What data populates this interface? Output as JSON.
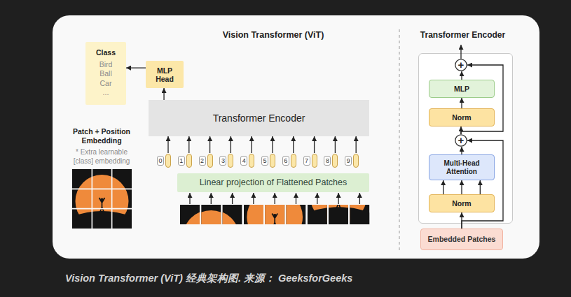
{
  "diagram": {
    "title": "Vision Transformer (ViT)",
    "caption": "Vision Transformer (ViT) 经典架构图. 来源： GeeksforGeeks",
    "nodes": [
      {
        "text": [
          "Class",
          "Bird Ball Car ..."
        ]
      },
      {
        "text": [
          "MLP Head"
        ]
      },
      {
        "text": [
          "Transformer Encoder"
        ]
      },
      {
        "text": [
          "0"
        ]
      },
      {
        "text": [
          "1"
        ]
      },
      {
        "text": [
          "2"
        ]
      },
      {
        "text": [
          "3"
        ]
      },
      {
        "text": [
          "4"
        ]
      },
      {
        "text": [
          "5"
        ]
      },
      {
        "text": [
          "6"
        ]
      },
      {
        "text": [
          "7"
        ]
      },
      {
        "text": [
          "8"
        ]
      },
      {
        "text": [
          "9"
        ]
      },
      {
        "text": [
          "Linear projection of Flattened Patches"
        ]
      },
      {
        "text": [
          "Transformer Encoder"
        ]
      },
      {
        "text": [
          "+"
        ],
        "in": 14
      },
      {
        "text": [
          "MLP"
        ],
        "in": 14
      },
      {
        "text": [
          "Norm"
        ],
        "in": 14
      },
      {
        "text": [
          "+"
        ],
        "in": 14
      },
      {
        "text": [
          "Multi-Head Attention"
        ],
        "in": 14
      },
      {
        "text": [
          "Norm"
        ],
        "in": 14
      },
      {
        "text": [
          "Embedded Patches"
        ]
      }
    ],
    "edges": [
      {
        "from": 1,
        "to": 0,
        "arrow": "to"
      },
      {
        "from": 2,
        "to": 1,
        "arrow": "to"
      },
      {
        "from": 3,
        "to": 2,
        "arrow": "to"
      },
      {
        "from": 4,
        "to": 2,
        "arrow": "to"
      },
      {
        "from": 5,
        "to": 2,
        "arrow": "to"
      },
      {
        "from": 6,
        "to": 2,
        "arrow": "to"
      },
      {
        "from": 7,
        "to": 2,
        "arrow": "to"
      },
      {
        "from": 8,
        "to": 2,
        "arrow": "to"
      },
      {
        "from": 9,
        "to": 2,
        "arrow": "to"
      },
      {
        "from": 10,
        "to": 2,
        "arrow": "to"
      },
      {
        "from": 11,
        "to": 2,
        "arrow": "to"
      },
      {
        "from": 12,
        "to": 2,
        "arrow": "to"
      },
      {
        "from": 21,
        "to": 20,
        "arrow": "to"
      },
      {
        "from": 21,
        "to": 18,
        "arrow": "to"
      },
      {
        "from": 20,
        "to": 19,
        "arrow": "to"
      },
      {
        "from": 20,
        "to": 19,
        "arrow": "to"
      },
      {
        "from": 20,
        "to": 19,
        "arrow": "to"
      },
      {
        "from": 19,
        "to": 18,
        "arrow": "to"
      },
      {
        "from": 18,
        "to": 17,
        "arrow": "to"
      },
      {
        "from": 18,
        "to": 15,
        "arrow": "to"
      },
      {
        "from": 17,
        "to": 16,
        "arrow": "to"
      },
      {
        "from": 16,
        "to": 15,
        "arrow": "to"
      }
    ],
    "labels": [
      "Patch + Position Embedding",
      "* Extra learnable [class] embedding"
    ]
  }
}
